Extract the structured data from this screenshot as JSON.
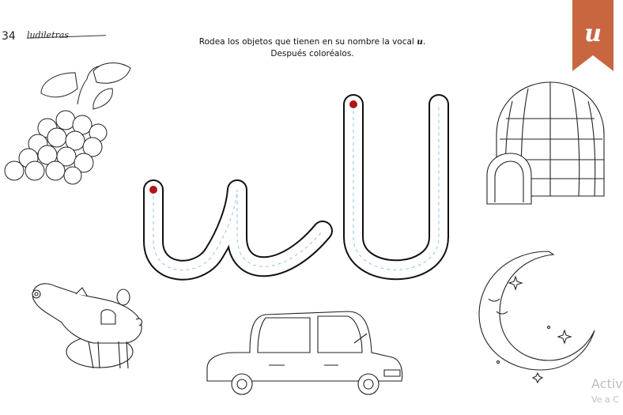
{
  "header": {
    "page_number": "34",
    "brand": "ludiletras"
  },
  "instruction": {
    "line1_prefix": "Rodea los objetos que tienen en su nombre la vocal",
    "line1_vowel": "u",
    "line2": "Después coloréalos."
  },
  "tab": {
    "letter": "u",
    "color": "#c8663f"
  },
  "letters": {
    "lowercase": "u",
    "uppercase": "U",
    "start_dot_color": "#b31219",
    "guide_color": "#8fc3e6"
  },
  "pictures": [
    "grapes-icon",
    "igloo-icon",
    "pig-icon",
    "car-icon",
    "moon-icon"
  ],
  "watermark": {
    "line1": "Activ",
    "line2": "Ve a C"
  }
}
